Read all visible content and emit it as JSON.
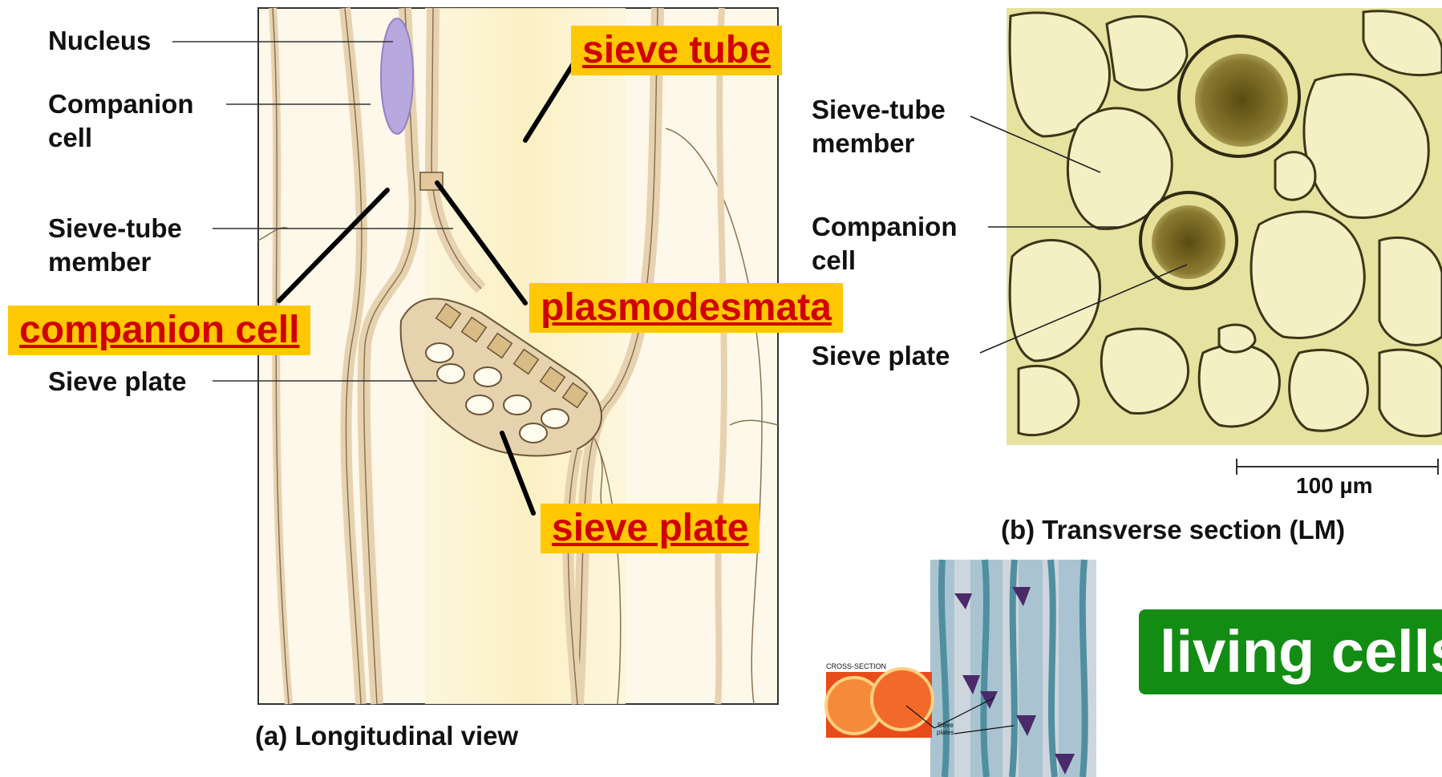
{
  "long_view": {
    "labels": {
      "nucleus": "Nucleus",
      "companion_cell": "Companion\ncell",
      "sieve_tube_member": "Sieve-tube\nmember",
      "sieve_plate": "Sieve plate"
    },
    "caption": "(a) Longitudinal view"
  },
  "transverse": {
    "labels": {
      "sieve_tube_member": "Sieve-tube\nmember",
      "companion_cell": "Companion\ncell",
      "sieve_plate": "Sieve plate"
    },
    "scale": "100 µm",
    "caption": "(b) Transverse section (LM)"
  },
  "callouts": {
    "sieve_tube": "sieve tube",
    "plasmodesmata": "plasmodesmata",
    "companion_cell": "companion cell",
    "sieve_plate": "sieve plate"
  },
  "micrograph": {
    "cross_section_label": "CROSS-SECTION",
    "sieve_plates_label": "Sieve\nplates"
  },
  "living_cells": "living cells",
  "colors": {
    "callout_bg": "#ffc800",
    "callout_text": "#d10000",
    "green_box": "#138c13",
    "cell_fill": "#fdf8e6",
    "wall": "#e7d2b0"
  }
}
